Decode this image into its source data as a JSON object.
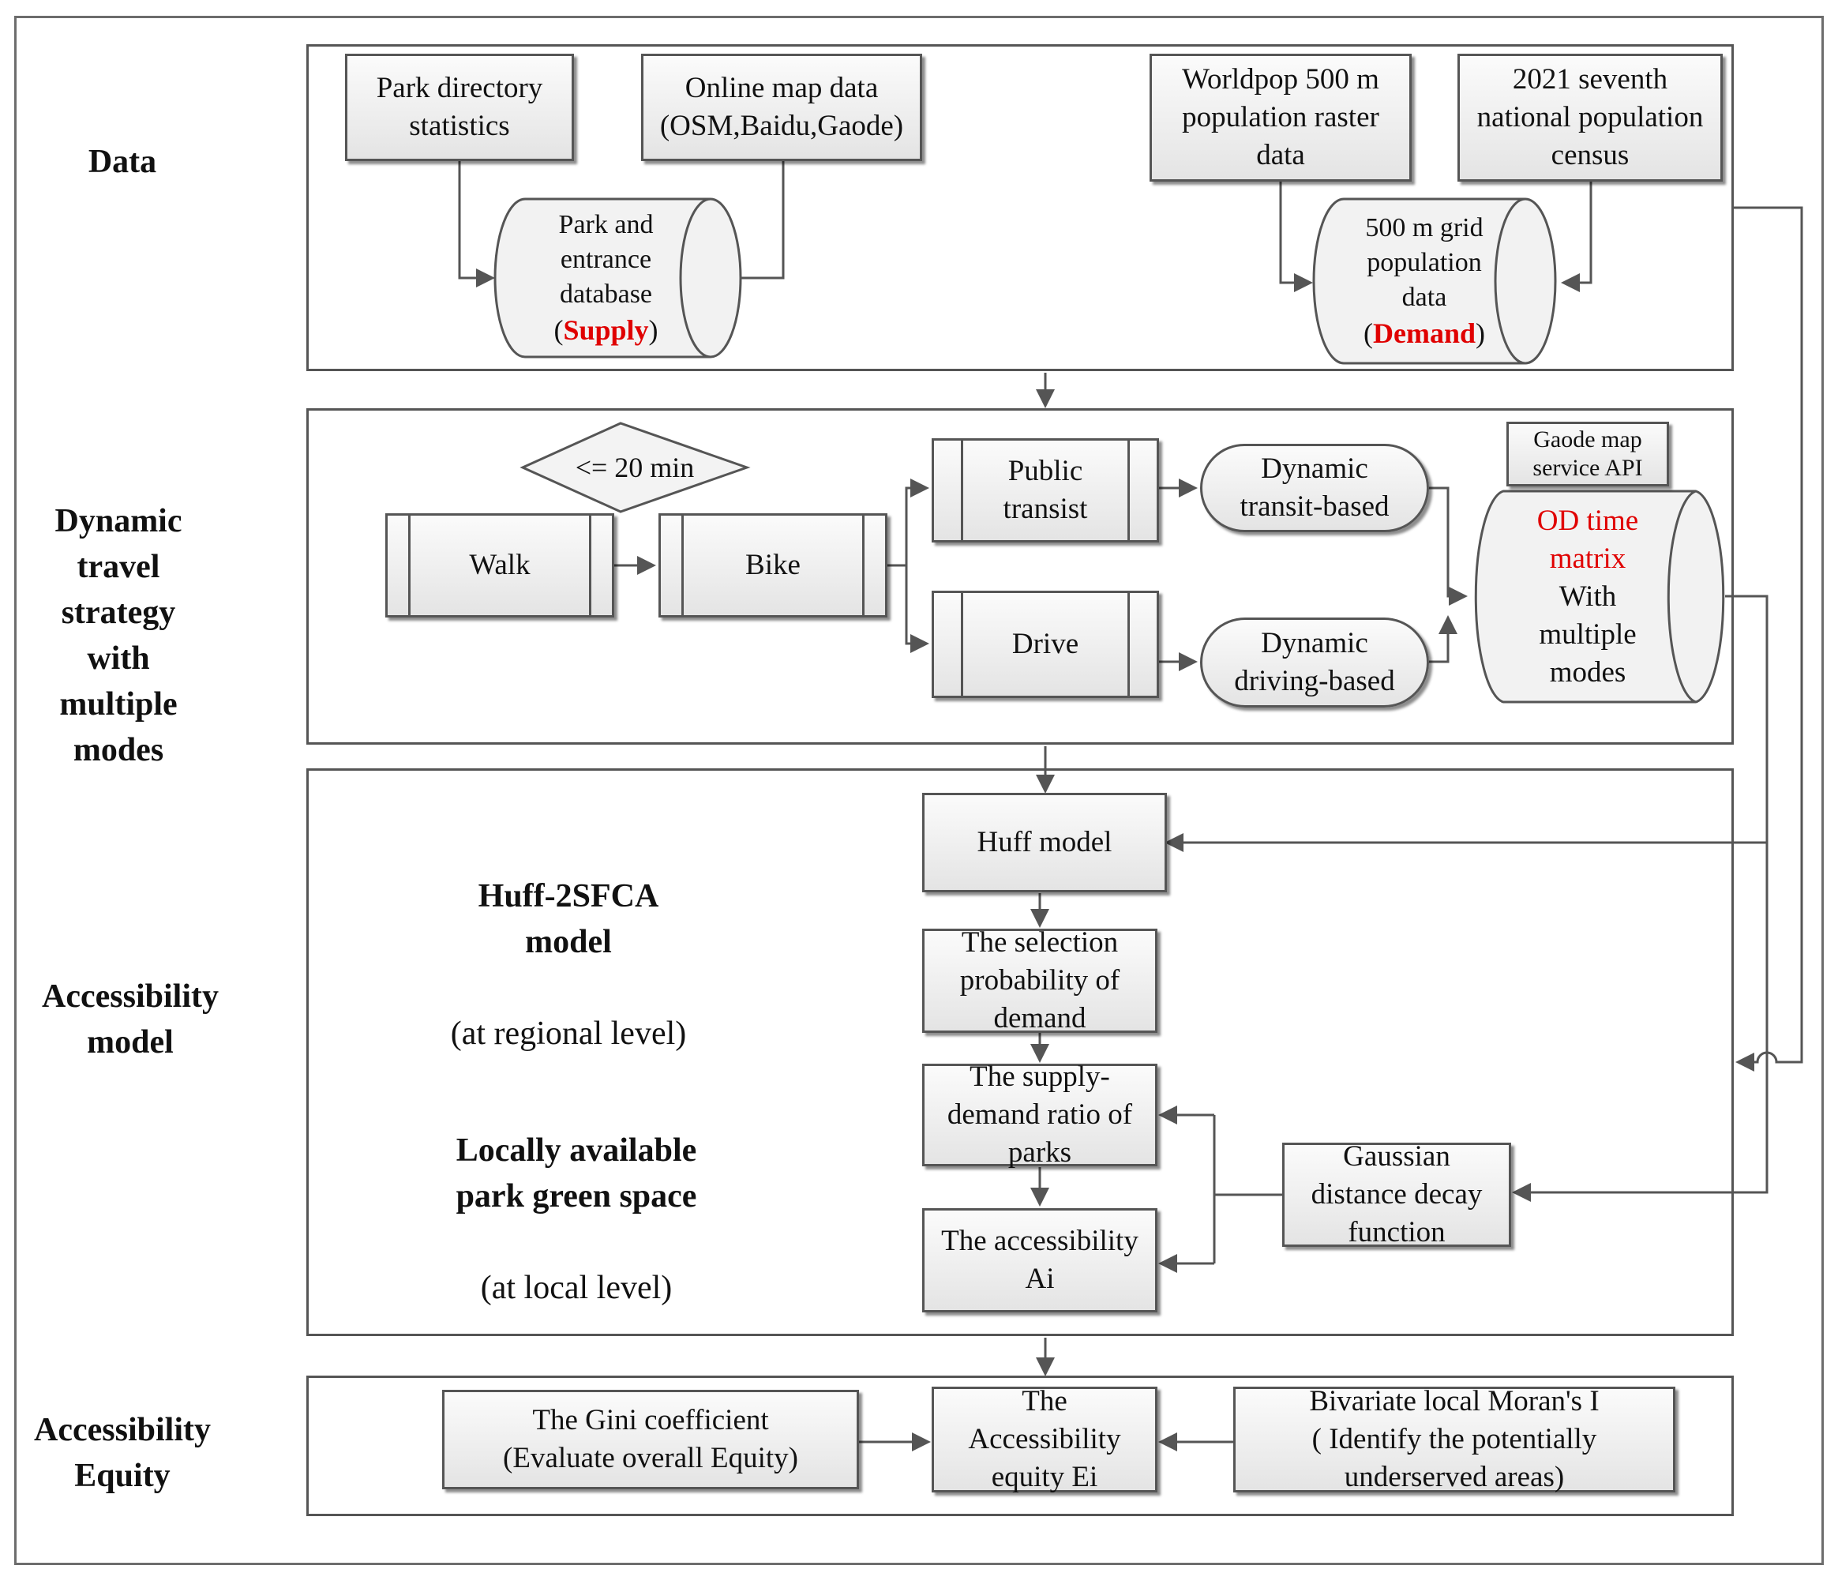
{
  "rows": {
    "data": "Data",
    "travel": "Dynamic\ntravel\nstrategy\nwith\nmultiple\nmodes",
    "model": "Accessibility\nmodel",
    "equity": "Accessibility\nEquity"
  },
  "data_section": {
    "park_directory": "Park directory\nstatistics",
    "online_map": "Online map data\n(OSM,Baidu,Gaode)",
    "worldpop": "Worldpop 500 m\npopulation raster\ndata",
    "census": "2021 seventh\nnational population\ncensus",
    "park_db_text": "Park and\nentrance\ndatabase",
    "supply_open": "(",
    "supply_word": "Supply",
    "supply_close": ")",
    "grid_db_text": "500 m grid\npopulation\ndata",
    "demand_open": "(",
    "demand_word": "Demand",
    "demand_close": ")"
  },
  "travel_section": {
    "threshold": "<= 20 min",
    "walk": "Walk",
    "bike": "Bike",
    "public_transit": "Public\ntransist",
    "drive": "Drive",
    "dyn_transit": "Dynamic\ntransit-based",
    "dyn_driving": "Dynamic\ndriving-based",
    "gaode_api": "Gaode map\nservice API",
    "od_red": "OD time\nmatrix",
    "od_black": "With\nmultiple\nmodes"
  },
  "model_section": {
    "huff_title_bold": "Huff-2SFCA\nmodel",
    "huff_title_normal": "(at regional level)",
    "local_title_bold": "Locally available\npark green space",
    "local_title_normal": "(at local level)",
    "huff_model": "Huff model",
    "selection_prob": "The selection\nprobability of\ndemand",
    "supply_demand": "The supply-\ndemand ratio of\nparks",
    "accessibility": "The accessibility\nAi",
    "gaussian": "Gaussian\ndistance decay\nfunction"
  },
  "equity_section": {
    "gini": "The Gini coefficient\n(Evaluate overall Equity)",
    "equity_ei": "The\nAccessibility\nequity Ei",
    "moran": "Bivariate local Moran's I\n( Identify the potentially\nunderserved areas)"
  },
  "colors": {
    "highlight": "#e00000",
    "line": "#555555",
    "box_top": "#fbfbfb",
    "box_bottom": "#e4e4e4"
  }
}
